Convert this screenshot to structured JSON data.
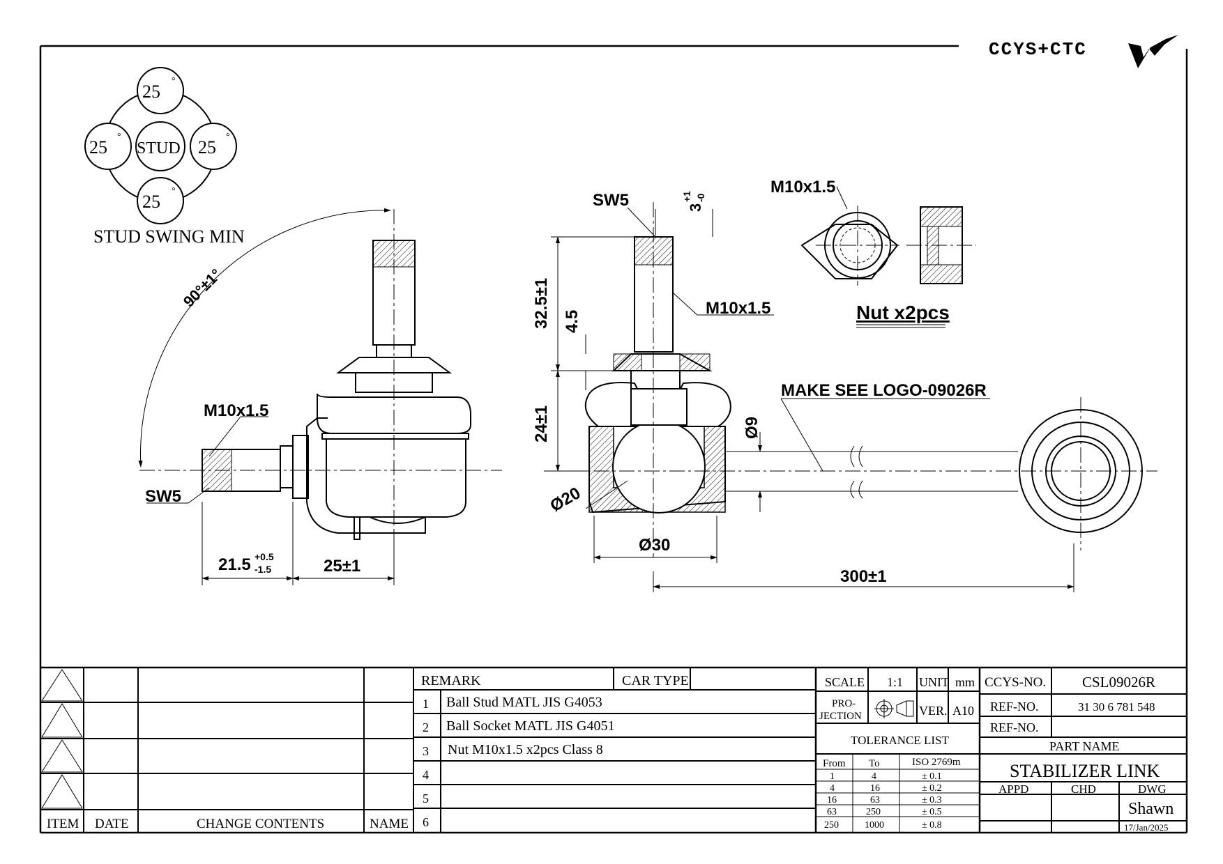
{
  "logo": {
    "text": "CCYS+CTC"
  },
  "stud_swing": {
    "title": "STUD SWING MIN",
    "center": "STUD",
    "top": "25",
    "left": "25",
    "right": "25",
    "bottom": "25",
    "deg": "°"
  },
  "side_view": {
    "angle": "90°±1°",
    "thread": "M10x1.5",
    "socket": "SW5",
    "dim_a": "21.5",
    "dim_a_up": "+0.5",
    "dim_a_low": "-1.5",
    "dim_b": "25±1"
  },
  "front_view": {
    "socket": "SW5",
    "thread_tol_up": "+1",
    "thread_tol_low": "-0",
    "thread_tol_base": "3",
    "thread": "M10x1.5",
    "dim_len": "32.5±1",
    "dim_small": "4.5",
    "dim_body": "24±1",
    "ball": "Ø20",
    "housing": "Ø30",
    "rod": "Ø9",
    "logo_note": "MAKE SEE LOGO-09026R",
    "length": "300±1"
  },
  "nut": {
    "thread": "M10x1.5",
    "note": "Nut x2pcs"
  },
  "revision_table": {
    "headers": [
      "ITEM",
      "DATE",
      "CHANGE CONTENTS",
      "NAME"
    ]
  },
  "remarks": {
    "header": "REMARK",
    "car_type": "CAR TYPE",
    "rows": [
      {
        "n": "1",
        "text": "Ball Stud MATL JIS G4053"
      },
      {
        "n": "2",
        "text": "Ball Socket MATL JIS G4051"
      },
      {
        "n": "3",
        "text": "Nut M10x1.5 x2pcs Class 8"
      },
      {
        "n": "4",
        "text": ""
      },
      {
        "n": "5",
        "text": ""
      },
      {
        "n": "6",
        "text": ""
      }
    ]
  },
  "title_block": {
    "scale_label": "SCALE",
    "scale": "1:1",
    "unit_label": "UNIT",
    "unit": "mm",
    "projection": "PRO-",
    "projection2": "JECTION",
    "ver_label": "VER.",
    "ver": "A10",
    "tolerance_title": "TOLERANCE LIST",
    "tol_headers": [
      "From",
      "To",
      "ISO 2769m"
    ],
    "tol_rows": [
      [
        "1",
        "4",
        "± 0.1"
      ],
      [
        "4",
        "16",
        "± 0.2"
      ],
      [
        "16",
        "63",
        "± 0.3"
      ],
      [
        "63",
        "250",
        "± 0.5"
      ],
      [
        "250",
        "1000",
        "± 0.8"
      ]
    ],
    "ccys_label": "CCYS-NO.",
    "ccys_no": "CSL09026R",
    "ref_label": "REF-NO.",
    "ref_no": "31 30 6 781 548",
    "ref_label2": "REF-NO.",
    "ref_no2": "",
    "part_name_label": "PART NAME",
    "part_name": "STABILIZER LINK",
    "appd": "APPD",
    "chd": "CHD",
    "dwg": "DWG",
    "drawer": "Shawn",
    "date": "17/Jan/2025"
  }
}
